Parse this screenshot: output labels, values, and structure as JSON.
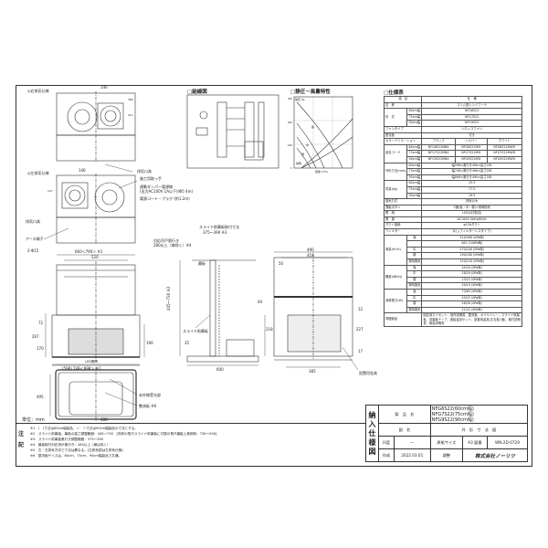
{
  "sections": {
    "wiring": "□結線図",
    "characteristic": "□静圧－風量特性",
    "spec": "□仕様表"
  },
  "unit": "単位：mm",
  "drawing": {
    "right_exhaust": "◎右排気仕様",
    "left_exhaust": "◎左排気仕様",
    "exhaust_port": "排気口具",
    "exhaust_port2": "排気口具",
    "handle": "施工用取っ手",
    "damper_line": "連動ダンパー電源線",
    "damper_spec": "(出力AC100V 1A以下)(Φ5 4m)",
    "power_cord": "電源コード・プラグ (約1.2m)",
    "earth": "アース端子",
    "holes": "2-Φ15",
    "d146a": "146",
    "d146b": "146",
    "d380": "380",
    "d211": "211",
    "d127": "127",
    "w660": "660＜790＞ ※1",
    "w520": "520",
    "w748": "(598) 748＜898＞ ※1",
    "led": "LED照明",
    "ir": "赤外線受光部",
    "baffle": "整流板 ※6",
    "d495": "495",
    "d488": "488",
    "cabinet": "対応吊戸奥行き",
    "cabinet2": "280以上（扉除く）※4",
    "slide_title": "スライド前幕板取付寸法",
    "slide_dim": "375〜390 ※3",
    "makuita": "幕板",
    "slide_panel": "スライド前幕板",
    "h_range": "445〜730 ※2",
    "d600": "600",
    "d490": "490",
    "d418": "418",
    "d50": "50",
    "d385": "385",
    "d40": "40",
    "d218": "218",
    "d227": "227",
    "d12": "12",
    "d17": "17",
    "d267": "267",
    "d170": "170",
    "d190": "190",
    "d35": "35",
    "d72": "72",
    "bracket": "設置用金具"
  },
  "graph": {
    "ylabel": "静圧 Pa",
    "xlabel": "風量 m³/h",
    "yticks": [
      "300",
      "200",
      "100",
      "0"
    ],
    "xticks": [
      "0",
      "100",
      "200",
      "300",
      "400",
      "500"
    ],
    "curves": [
      "強",
      "中",
      "弱",
      "常時"
    ]
  },
  "spec": {
    "header": [
      "項　目",
      "仕　様"
    ],
    "rows": [
      [
        "名　称",
        "スリム型レンジフード"
      ],
      [
        "ファンタイプ",
        "シロッコファン"
      ],
      [
        "整流板",
        "付き"
      ]
    ],
    "model_label": "形　式",
    "models": [
      [
        "60cm幅",
        "NFG6S22"
      ],
      [
        "75cm幅",
        "NFG7S22"
      ],
      [
        "90cm幅",
        "NFG9S22"
      ]
    ],
    "color_label": "カラーバリエーション",
    "colors": [
      "ブラック",
      "シルバー",
      "ホワイト"
    ],
    "code_label": "品名コード",
    "codes": [
      [
        "60cm幅",
        "NFG6S22MBA",
        "NFG6S22MSI",
        "NFG6S22MWH"
      ],
      [
        "75cm幅",
        "NFG7S22MBA",
        "NFG7S22MSI",
        "NFG7S22MWH"
      ],
      [
        "90cm幅",
        "NFG9S22MBA",
        "NFG9S22MSI",
        "NFG9S22MWH"
      ]
    ],
    "size_label": "外形寸法(mm)",
    "sizes": [
      [
        "60cm幅",
        "幅598×奥行き490×高さ281"
      ],
      [
        "75cm幅",
        "幅748×奥行き490×高さ281"
      ],
      [
        "90cm幅",
        "幅898×奥行き490×高さ281"
      ]
    ],
    "mass_label": "質量(kg)",
    "mass": [
      [
        "60cm幅",
        "15.5"
      ],
      [
        "75cm幅",
        "17.5"
      ],
      [
        "90cm幅",
        "19.5"
      ]
    ],
    "rows2": [
      [
        "換気方式",
        "排気のみ"
      ],
      [
        "運転ボタン",
        "3速(強・中・弱)+常時換気"
      ],
      [
        "照　明",
        "LED(2灯相当)"
      ],
      [
        "電　源",
        "AC100V 50Hz/60Hz"
      ],
      [
        "ダクト接続",
        "φ150ダクト"
      ],
      [
        "フィルター",
        "なし(フィルターレスタイプ)"
      ]
    ],
    "air_label": "風量(m³/h)",
    "air": [
      [
        "強",
        "510/490 (0Pa時)"
      ],
      [
        "",
        "405 (100Pa時)"
      ],
      [
        "中",
        "270/240 (0Pa時)"
      ],
      [
        "弱",
        "190/160 (0Pa時)"
      ],
      [
        "常時換気",
        "120/120 (0Pa時)"
      ]
    ],
    "noise_label": "騒音(dB(A))",
    "noise": [
      [
        "強",
        "45/44 (0Pa時)"
      ],
      [
        "中",
        "28/29 (0Pa時)"
      ],
      [
        "弱",
        "23/22 (0Pa時)"
      ],
      [
        "常時換気",
        "20/19 (0Pa時)"
      ]
    ],
    "power_label": "消費電力(W)",
    "power": [
      [
        "強",
        "73/65 (0Pa時)"
      ],
      [
        "中",
        "43/47 (0Pa時)"
      ],
      [
        "弱",
        "26/28 (0Pa時)"
      ],
      [
        "常時換気",
        "21/22 (0Pa時)"
      ]
    ],
    "acc_label": "同梱部品",
    "acc": "固定用ネジセット、操作説明書、整流板、オイルトレー、スライド前幕板、前幕板テープ、連結金具セット、設置用金具(左右各1個)、取付説明書、取扱説明書"
  },
  "notes": {
    "tag": "注記",
    "items": [
      "※1　(　)寸法は60cm幅製品、＜　＞寸法は90cm幅製品の寸法とする。",
      "※2　スライド前幕板、幕板の高さ調整範囲：445〜730　[別売の長尺スライド前幕板に付属の長尺幕板上使用時：730〜900]",
      "※3　スライド前幕板奥行き調整範囲：375〜390",
      "※4　幕板取付対応吊戸奥行き：280以上（扉は除く）",
      "※5　左・右排気方向で寸法は異なる。[左排気図は左排気仕様]",
      "※6　整流板サイズは、60cm、75cm、90cm幅製品で共通。"
    ]
  },
  "titleblock": {
    "doc_type": "納入仕様図",
    "product_label": "製　品　名",
    "products": [
      "NFG6S22(60cm幅)",
      "NFG7S22(75cm幅)",
      "NFG9S22(90cm幅)"
    ],
    "drawing_label": "図　名",
    "drawing_name": "外　形　寸　法　図",
    "scale_label": "尺度",
    "scale": "ー",
    "paper_label": "原紙サイズ",
    "paper": "A3",
    "number_label": "図番",
    "number": "WN-2D-0729",
    "created_label": "作成",
    "created": "2022.03.01",
    "check_label": "調整",
    "company": "株式会社ノーリツ"
  }
}
